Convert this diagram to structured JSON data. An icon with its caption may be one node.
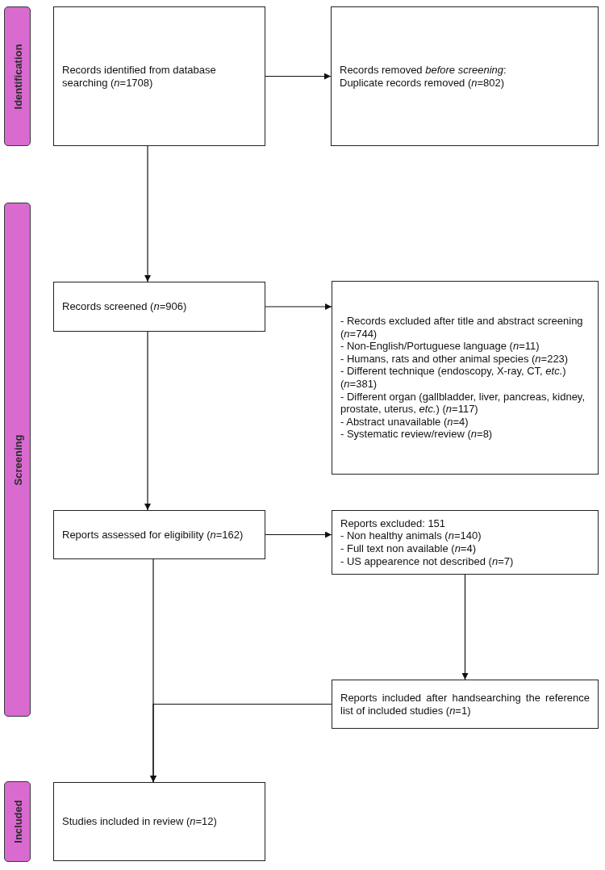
{
  "diagram": {
    "nodes": [
      {
        "text": [
          "Identification"
        ]
      },
      {
        "text": [
          "Records identified from database searching (*n*=1708)"
        ]
      },
      {
        "text": [
          "Records removed *before screening*:",
          "Duplicate records removed (*n*=802)"
        ]
      },
      {
        "text": [
          "Screening"
        ]
      },
      {
        "text": [
          "Records screened (*n*=906)"
        ]
      },
      {
        "text": [
          "- Records excluded after title and abstract screening (*n*=744)",
          "- Non-English/Portuguese language (*n*=11)",
          "- Humans, rats and other animal species (*n*=223)",
          "- Different technique (endoscopy, X-ray, CT, *etc.*) (*n*=381)",
          "- Different organ (gallbladder, liver, pancreas, kidney, prostate, uterus, *etc.*) (*n*=117)",
          "- Abstract unavailable (*n*=4)",
          "- Systematic review/review (*n*=8)"
        ]
      },
      {
        "text": [
          "Reports assessed for eligibility (*n*=162)"
        ]
      },
      {
        "text": [
          "Reports excluded: 151",
          "- Non healthy animals (*n*=140)",
          "- Full text non available (*n*=4)",
          "- US appearence not described (*n*=7)"
        ]
      },
      {
        "text": [
          "Reports included after handsearching the reference list of included studies (*n*=1)"
        ]
      },
      {
        "text": [
          "Included"
        ]
      },
      {
        "text": [
          "Studies included in review (*n*=12)"
        ]
      }
    ],
    "edges": [
      {
        "from": 1,
        "to": 2,
        "arrow": "to"
      },
      {
        "from": 1,
        "to": 4,
        "arrow": "to"
      },
      {
        "from": 4,
        "to": 5,
        "arrow": "to"
      },
      {
        "from": 4,
        "to": 6,
        "arrow": "to"
      },
      {
        "from": 6,
        "to": 7,
        "arrow": "to"
      },
      {
        "from": 7,
        "to": 8,
        "arrow": "to"
      },
      {
        "from": 6,
        "to": 10,
        "arrow": "to"
      },
      {
        "from": 8,
        "to": 10,
        "arrow": "to"
      }
    ]
  }
}
